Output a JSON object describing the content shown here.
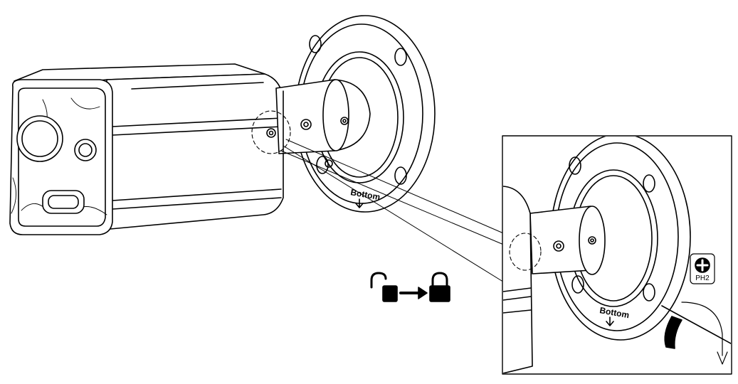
{
  "labels": {
    "bottom_main": "Bottom",
    "bottom_inset": "Bottom",
    "screwdriver": "PH2"
  },
  "icons": {
    "unlocked": "padlock-open-icon",
    "arrow": "arrow-right-icon",
    "locked": "padlock-closed-icon",
    "screwdriver": "phillips-screwdriver-icon"
  },
  "colors": {
    "line": "#000000",
    "background": "#ffffff"
  }
}
